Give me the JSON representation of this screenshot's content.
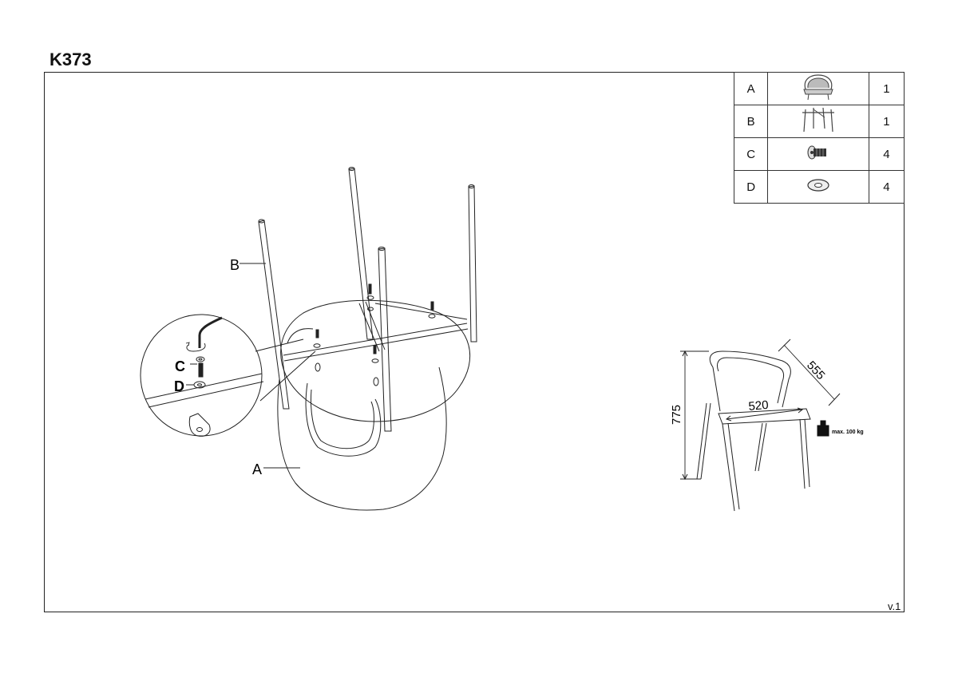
{
  "document": {
    "title": "K373",
    "version": "v.1"
  },
  "parts_list": [
    {
      "letter": "A",
      "icon": "chair-seat-icon",
      "quantity": "1"
    },
    {
      "letter": "B",
      "icon": "leg-frame-icon",
      "quantity": "1"
    },
    {
      "letter": "C",
      "icon": "bolt-icon",
      "quantity": "4"
    },
    {
      "letter": "D",
      "icon": "washer-icon",
      "quantity": "4"
    }
  ],
  "assembly_labels": {
    "seat": "A",
    "frame": "B",
    "bolt": "C",
    "washer": "D"
  },
  "dimensions": {
    "height": "775",
    "width": "520",
    "depth": "555",
    "max_load": "max. 100 kg"
  }
}
